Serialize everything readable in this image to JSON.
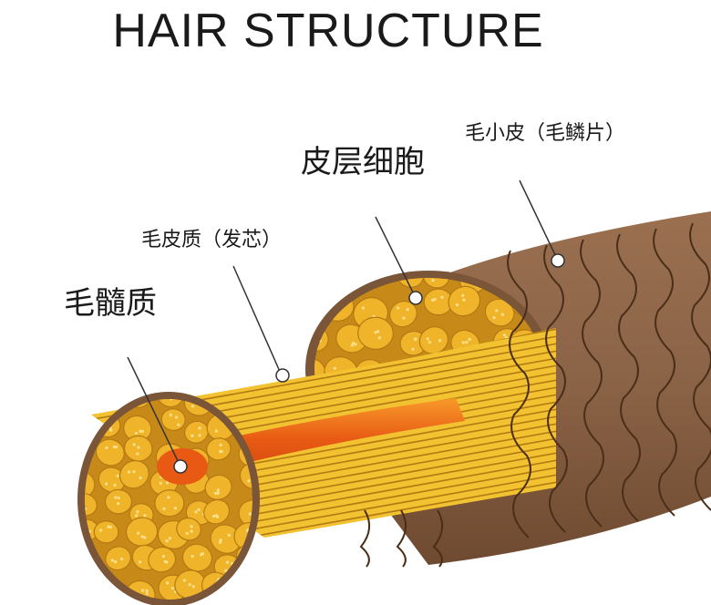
{
  "title": "HAIR STRUCTURE",
  "labels": {
    "cuticle": "毛小皮（毛鳞片）",
    "cortex_cells": "皮层细胞",
    "cortex": "毛皮质（发芯）",
    "medulla": "毛髓质"
  },
  "colors": {
    "cuticle": "#8a6246",
    "cuticle_dark": "#5a3a22",
    "cortex_fibers": "#f2c230",
    "cortex_fiber_lines": "#b37a14",
    "cells": "#f0b42a",
    "cell_outline": "#c78a18",
    "medulla": "#e85a14",
    "medulla_glow": "#f89a2a",
    "leader_line": "#333333",
    "marker": "#ffffff"
  }
}
